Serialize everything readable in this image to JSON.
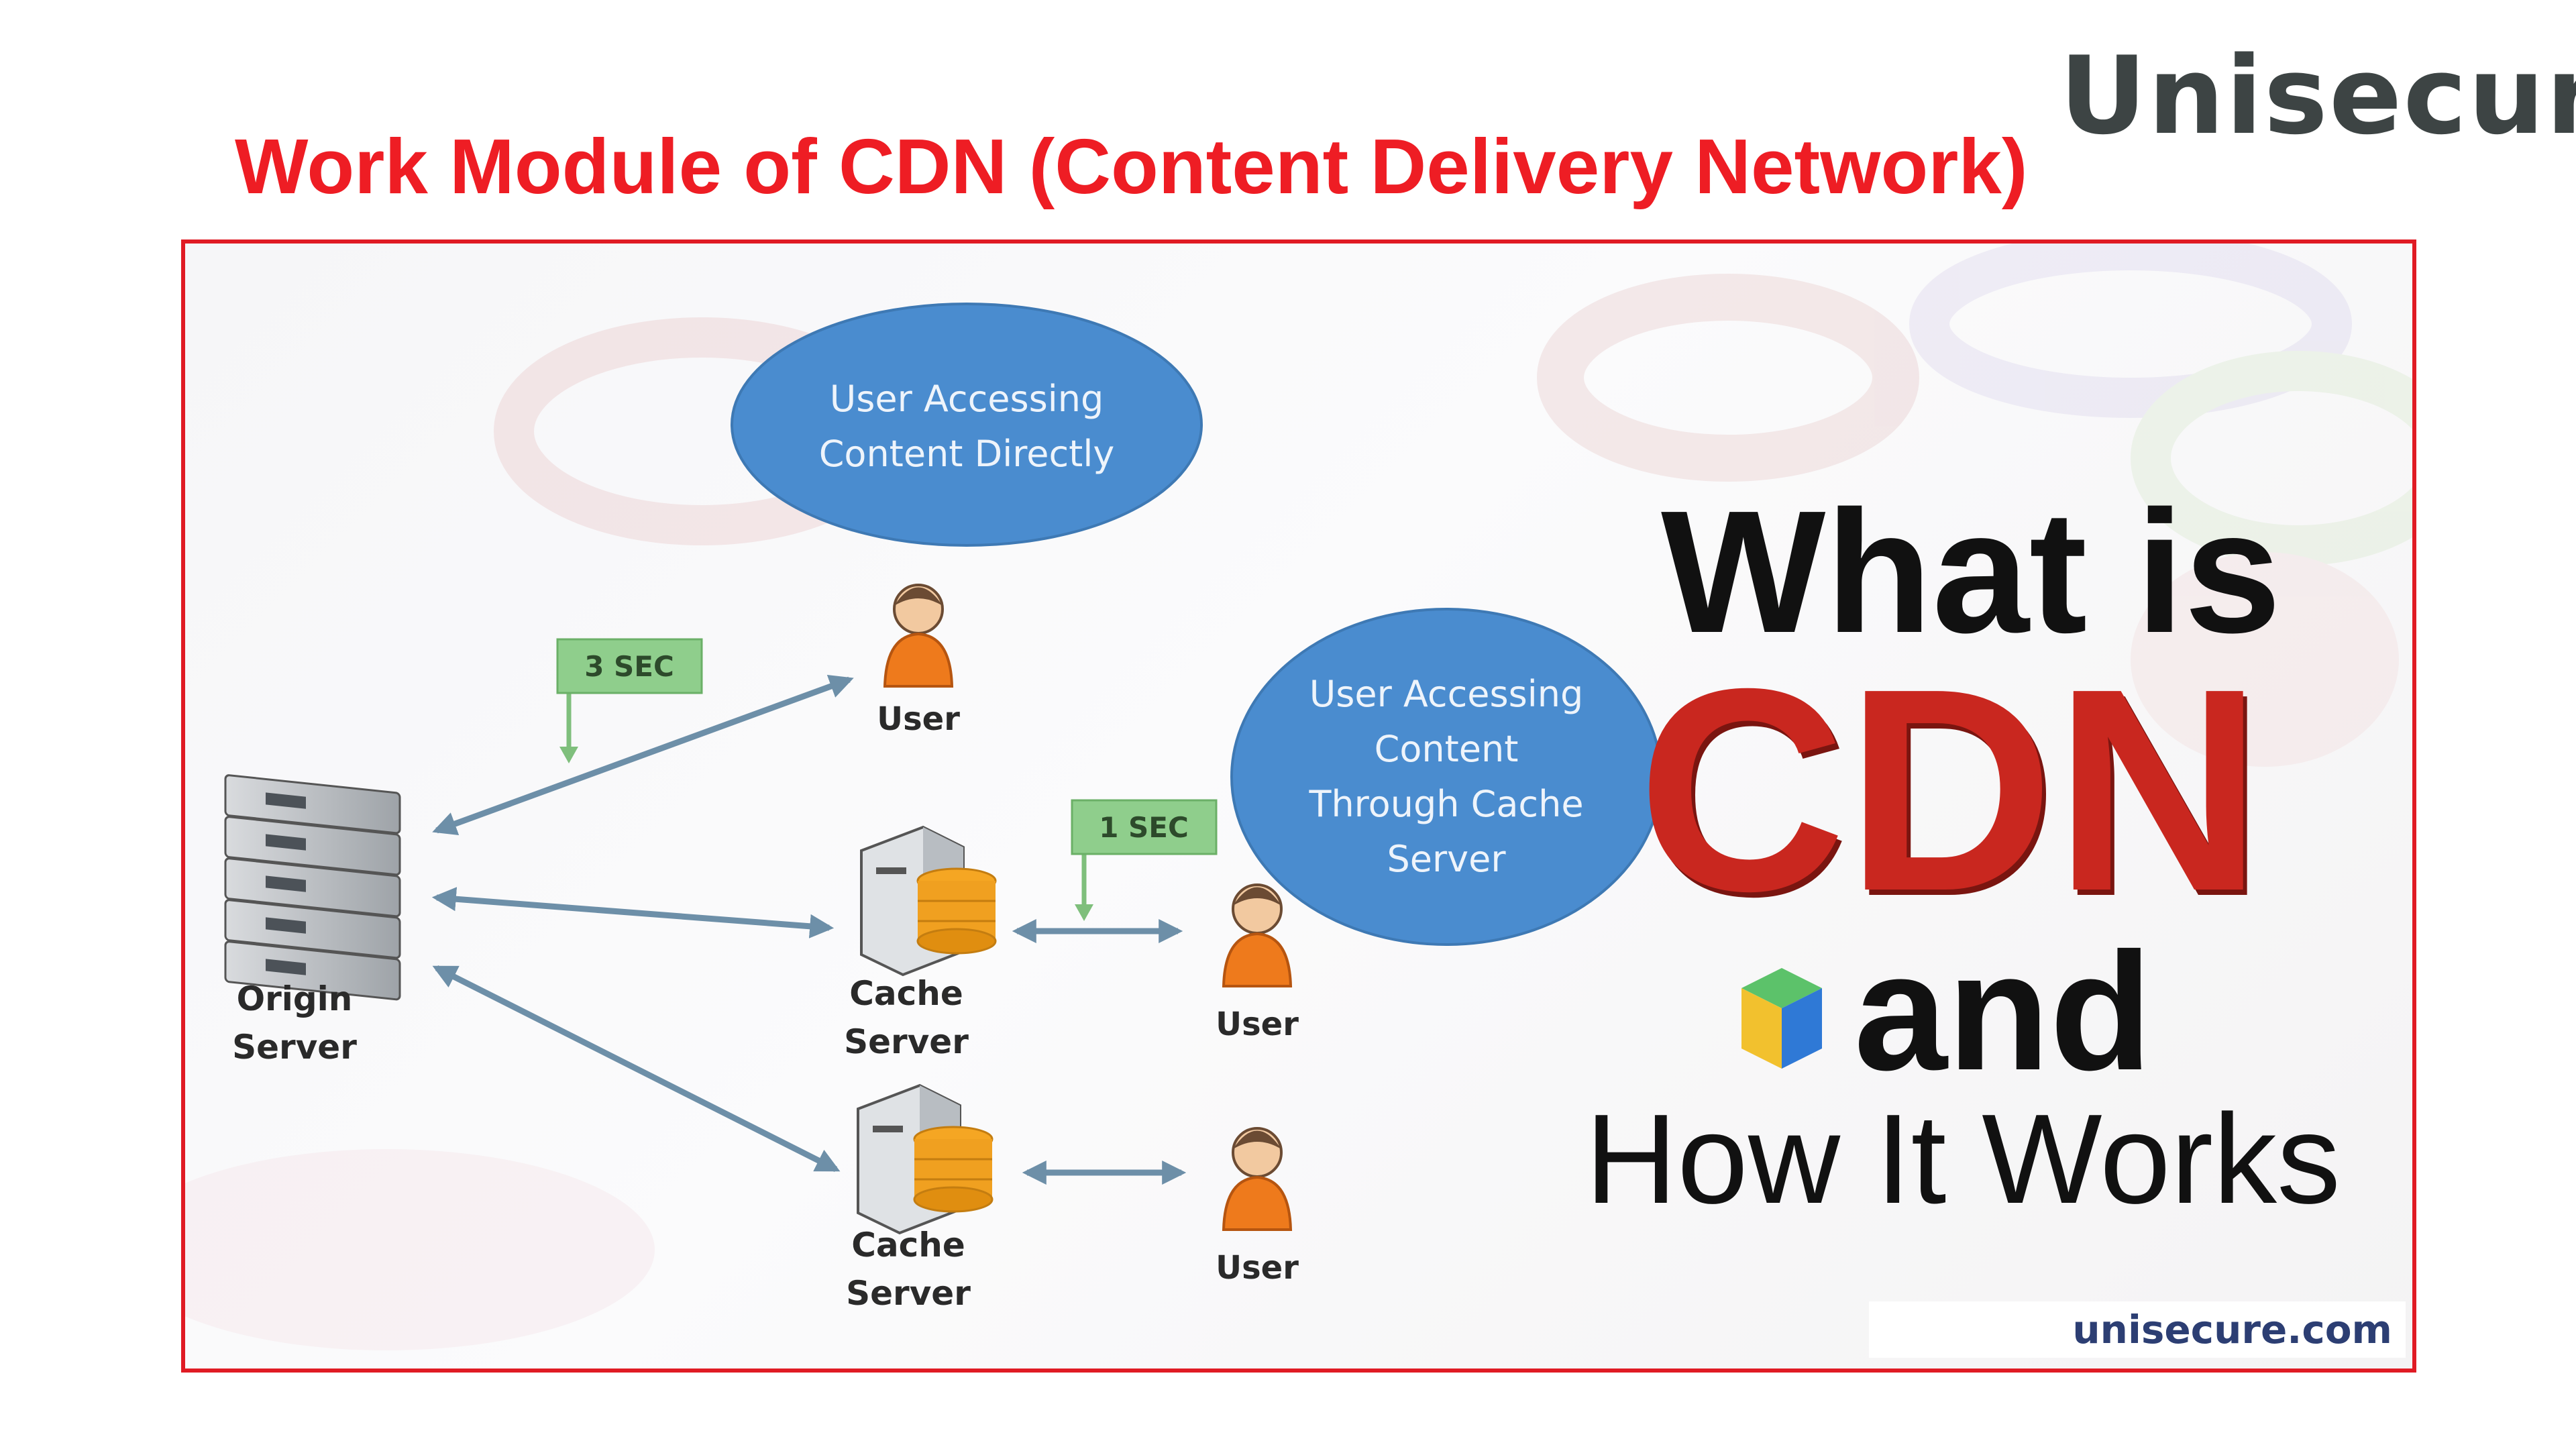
{
  "brand": "Unisecure",
  "title": "Work Module of CDN (Content Delivery Network)",
  "diagram": {
    "bubble_direct": [
      "User Accessing",
      "Content Directly"
    ],
    "bubble_cache": [
      "User Accessing",
      "Content",
      "Through Cache",
      "Server"
    ],
    "tag_slow": "3 SEC",
    "tag_fast": "1 SEC",
    "origin_label": [
      "Origin",
      "Server"
    ],
    "cache_label_1": [
      "Cache",
      "Server"
    ],
    "cache_label_2": [
      "Cache",
      "Server"
    ],
    "user_top": "User",
    "user_mid": "User",
    "user_bottom": "User"
  },
  "headline": {
    "what_is": "What is",
    "cdn": "CDN",
    "and": "and",
    "how": "How It Works"
  },
  "website": "unisecure.com",
  "colors": {
    "title_red": "#ee1d24",
    "bubble_blue": "#4a8ccf",
    "cdn_red": "#c9271f",
    "tag_green": "#8fce8c"
  }
}
